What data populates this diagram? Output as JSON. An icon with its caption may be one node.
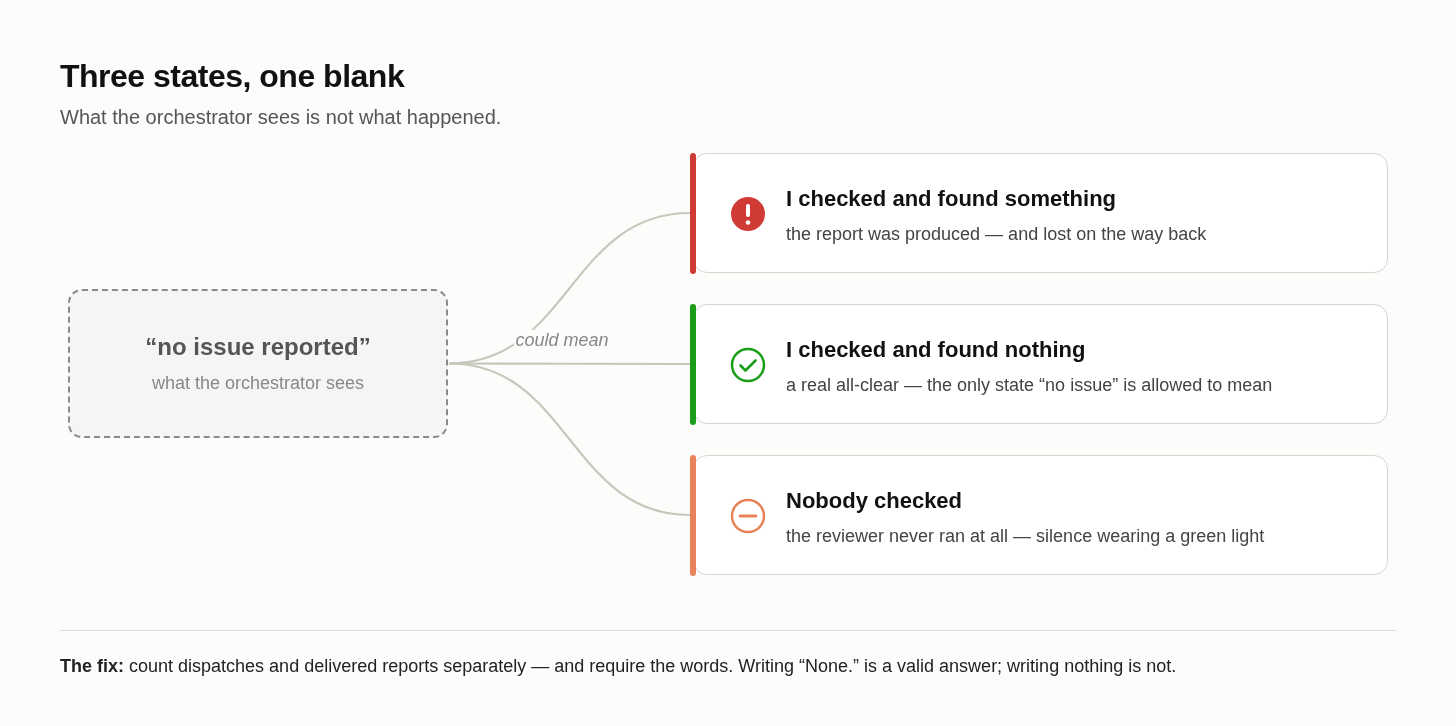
{
  "diagram": {
    "title": "Three states, one blank",
    "nodes": [
      {
        "text": [
          "“no issue reported”",
          "what the orchestrator sees"
        ]
      },
      {
        "text": [
          "I checked and found something",
          "the report was produced — and lost on the way back"
        ]
      },
      {
        "text": [
          "I checked and found nothing",
          "a real all-clear — the only state “no issue” is allowed to mean"
        ]
      },
      {
        "text": [
          "Nobody checked",
          "the reviewer never ran at all — silence wearing a green light"
        ]
      }
    ],
    "edges": [
      {
        "from": 0,
        "to": 1,
        "arrow": "none",
        "label": "could mean"
      },
      {
        "from": 0,
        "to": 2,
        "arrow": "none"
      },
      {
        "from": 0,
        "to": 3,
        "arrow": "none"
      }
    ],
    "labels": [
      "What the orchestrator sees is not what happened.",
      "**The fix:** count dispatches and delivered reports separately — and require the words. Writing “None.” is a valid answer; writing nothing is not."
    ]
  }
}
